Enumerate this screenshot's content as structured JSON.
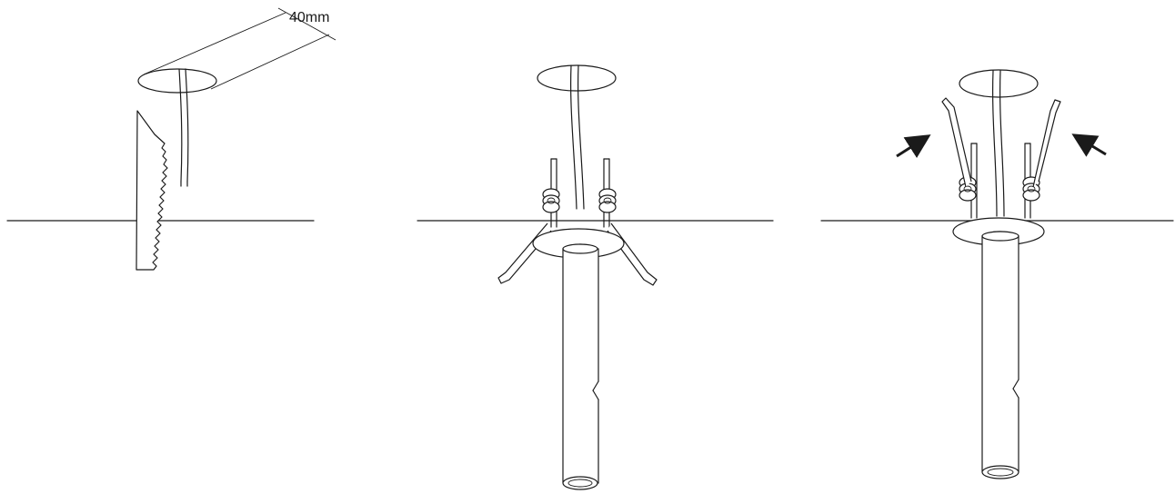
{
  "diagram": {
    "dimension_label": "40mm",
    "steps": [
      {
        "name": "cut-hole",
        "icons": [
          "saw-blade-icon",
          "cable-icon"
        ]
      },
      {
        "name": "insert-fitting",
        "icons": [
          "spring-clip-icon",
          "downlight-tube-icon"
        ]
      },
      {
        "name": "push-into-ceiling",
        "icons": [
          "arrow-icon",
          "spring-clip-icon",
          "downlight-tube-icon"
        ]
      }
    ],
    "colors": {
      "line": "#1a1a1a",
      "background": "#ffffff"
    }
  }
}
